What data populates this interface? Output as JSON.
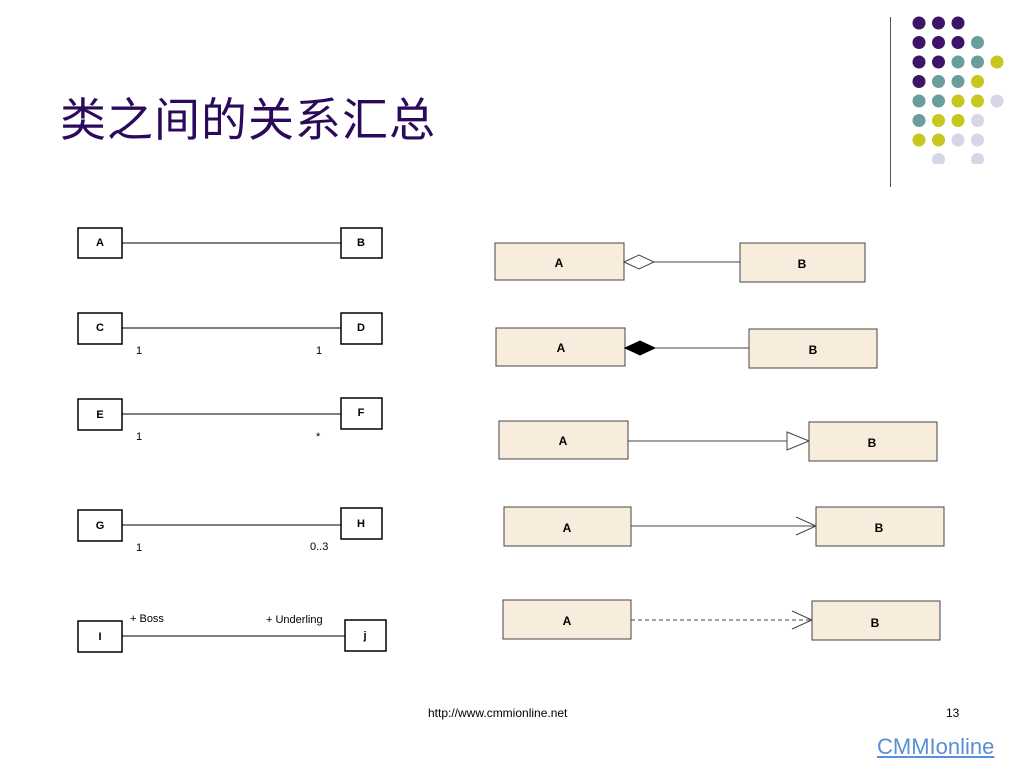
{
  "slide": {
    "title": "类之间的关系汇总",
    "footer_url": "http://www.cmmionline.net",
    "page_number": "13",
    "brand": "CMMIonline"
  },
  "colors": {
    "title": "#2b0a5c",
    "dot_purple": "#3d1466",
    "dot_teal": "#6a9e9c",
    "dot_yellow": "#c7c71f",
    "dot_lavender": "#d6d6e8",
    "class_fill_right": "#f8ecdc",
    "brand_link": "#5b8fd4"
  },
  "decoration_dots": {
    "rows": [
      [
        "purple",
        "purple",
        "purple"
      ],
      [
        "purple",
        "purple",
        "purple",
        "teal"
      ],
      [
        "purple",
        "purple",
        "teal",
        "teal",
        "yellow"
      ],
      [
        "purple",
        "teal",
        "teal",
        "yellow"
      ],
      [
        "teal",
        "teal",
        "yellow",
        "yellow",
        "lavender"
      ],
      [
        "teal",
        "yellow",
        "yellow",
        "lavender"
      ],
      [
        "yellow",
        "yellow",
        "lavender",
        "lavender"
      ],
      [
        "",
        "lavender",
        "",
        "lavender"
      ]
    ]
  },
  "left_relations": [
    {
      "kind": "association",
      "left_class": "A",
      "right_class": "B",
      "left_label": "",
      "right_label": ""
    },
    {
      "kind": "multiplicity",
      "left_class": "C",
      "right_class": "D",
      "left_label": "1",
      "right_label": "1"
    },
    {
      "kind": "multiplicity",
      "left_class": "E",
      "right_class": "F",
      "left_label": "1",
      "right_label": "*"
    },
    {
      "kind": "multiplicity",
      "left_class": "G",
      "right_class": "H",
      "left_label": "1",
      "right_label": "0..3"
    },
    {
      "kind": "role",
      "left_class": "I",
      "right_class": "j",
      "left_label": "+ Boss",
      "right_label": "+ Underling"
    }
  ],
  "right_relations": [
    {
      "kind": "aggregation",
      "from": "A",
      "to": "B"
    },
    {
      "kind": "composition",
      "from": "A",
      "to": "B"
    },
    {
      "kind": "generalization",
      "from": "A",
      "to": "B"
    },
    {
      "kind": "directed-association",
      "from": "A",
      "to": "B"
    },
    {
      "kind": "dependency",
      "from": "A",
      "to": "B"
    }
  ]
}
